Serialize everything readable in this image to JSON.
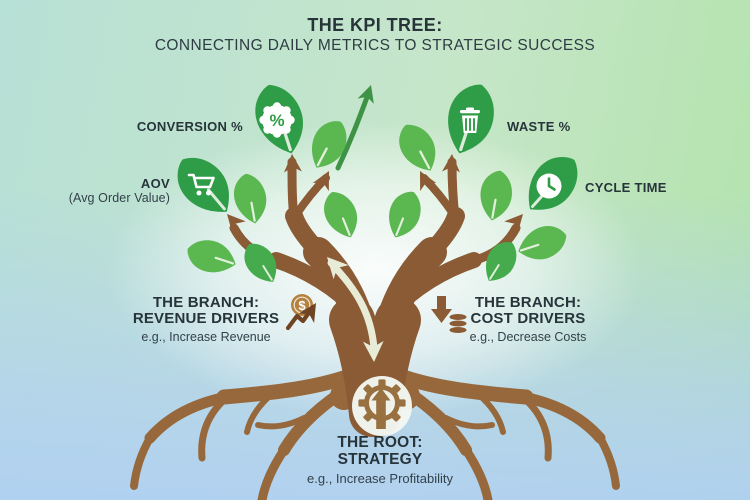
{
  "title": {
    "line1": "THE KPI TREE:",
    "line2": "CONNECTING DAILY METRICS TO STRATEGIC SUCCESS"
  },
  "metrics": {
    "conversion": {
      "label": "CONVERSION %",
      "icon": "percent-badge"
    },
    "aov": {
      "label": "AOV",
      "sublabel": "(Avg Order Value)",
      "icon": "shopping-cart"
    },
    "waste": {
      "label": "WASTE %",
      "icon": "trash-can"
    },
    "cycle_time": {
      "label": "CYCLE TIME",
      "icon": "clock"
    }
  },
  "branches": {
    "revenue": {
      "line1": "THE BRANCH:",
      "line2": "REVENUE DRIVERS",
      "example": "e.g., Increase Revenue",
      "icon": "dollar-growth-arrow"
    },
    "cost": {
      "line1": "THE BRANCH:",
      "line2": "COST DRIVERS",
      "example": "e.g., Decrease Costs",
      "icon": "down-arrow-coins"
    }
  },
  "root": {
    "line1": "THE ROOT:",
    "line2": "STRATEGY",
    "example": "e.g., Increase Profitability",
    "icon": "gear-up-arrow"
  },
  "glyphs": {
    "percent": "%",
    "dollar": "$"
  },
  "colors": {
    "leaf_dark": "#2f9c47",
    "leaf_mid": "#46ab4c",
    "leaf_light": "#5bb750",
    "trunk": "#8a5b35",
    "root": "#96683c",
    "gear": "#997040",
    "branch_icon_dark": "#6f4423",
    "coin": "#b5813f",
    "cream_arrow": "#e8ecd7",
    "green_arrow": "#3e9347",
    "icon_white": "#ffffff",
    "text_dark": "#27343a",
    "text_body": "#33414a",
    "bg_top_left": "#b7e0d6",
    "bg_top_right": "#b2e3ab",
    "bg_bottom": "#b0d0f2"
  }
}
